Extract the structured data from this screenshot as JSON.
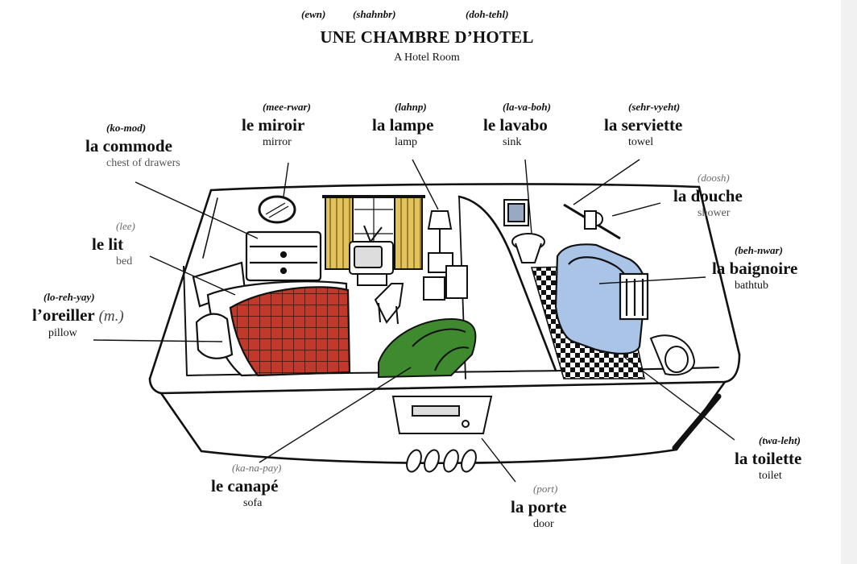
{
  "title": {
    "pron_une": "(ewn)",
    "pron_chambre": "(shahnbr)",
    "pron_hotel": "(doh-tehl)",
    "french": "UNE CHAMBRE D’HOTEL",
    "english": "A Hotel Room"
  },
  "labels": {
    "commode": {
      "pron": "(ko-mod)",
      "word": "la commode",
      "translation": "chest of drawers"
    },
    "miroir": {
      "pron": "(mee-rwar)",
      "word": "le miroir",
      "translation": "mirror"
    },
    "lampe": {
      "pron": "(lahnp)",
      "word": "la lampe",
      "translation": "lamp"
    },
    "lavabo": {
      "pron": "(la-va-boh)",
      "word": "le lavabo",
      "translation": "sink"
    },
    "serviette": {
      "pron": "(sehr-vyeht)",
      "word": "la serviette",
      "translation": "towel"
    },
    "douche": {
      "pron": "(doosh)",
      "word": "la douche",
      "translation": "shower"
    },
    "lit": {
      "pron": "(lee)",
      "word": "le lit",
      "translation": "bed"
    },
    "baignoire": {
      "pron": "(beh-nwar)",
      "word": "la baignoire",
      "translation": "bathtub"
    },
    "oreiller": {
      "pron": "(lo-reh-yay)",
      "word": "l’oreiller",
      "gender": "(m.)",
      "translation": "pillow"
    },
    "toilette": {
      "pron": "(twa-leht)",
      "word": "la toilette",
      "translation": "toilet"
    },
    "canape": {
      "pron": "(ka-na-pay)",
      "word": "le canapé",
      "translation": "sofa"
    },
    "porte": {
      "pron": "(port)",
      "word": "la porte",
      "translation": "door"
    }
  },
  "colors": {
    "bedspread": "#c0392b",
    "sofa": "#3f8a2e",
    "bathtub": "#a9c4e6",
    "curtains": "#d9b545",
    "ink": "#111111"
  }
}
